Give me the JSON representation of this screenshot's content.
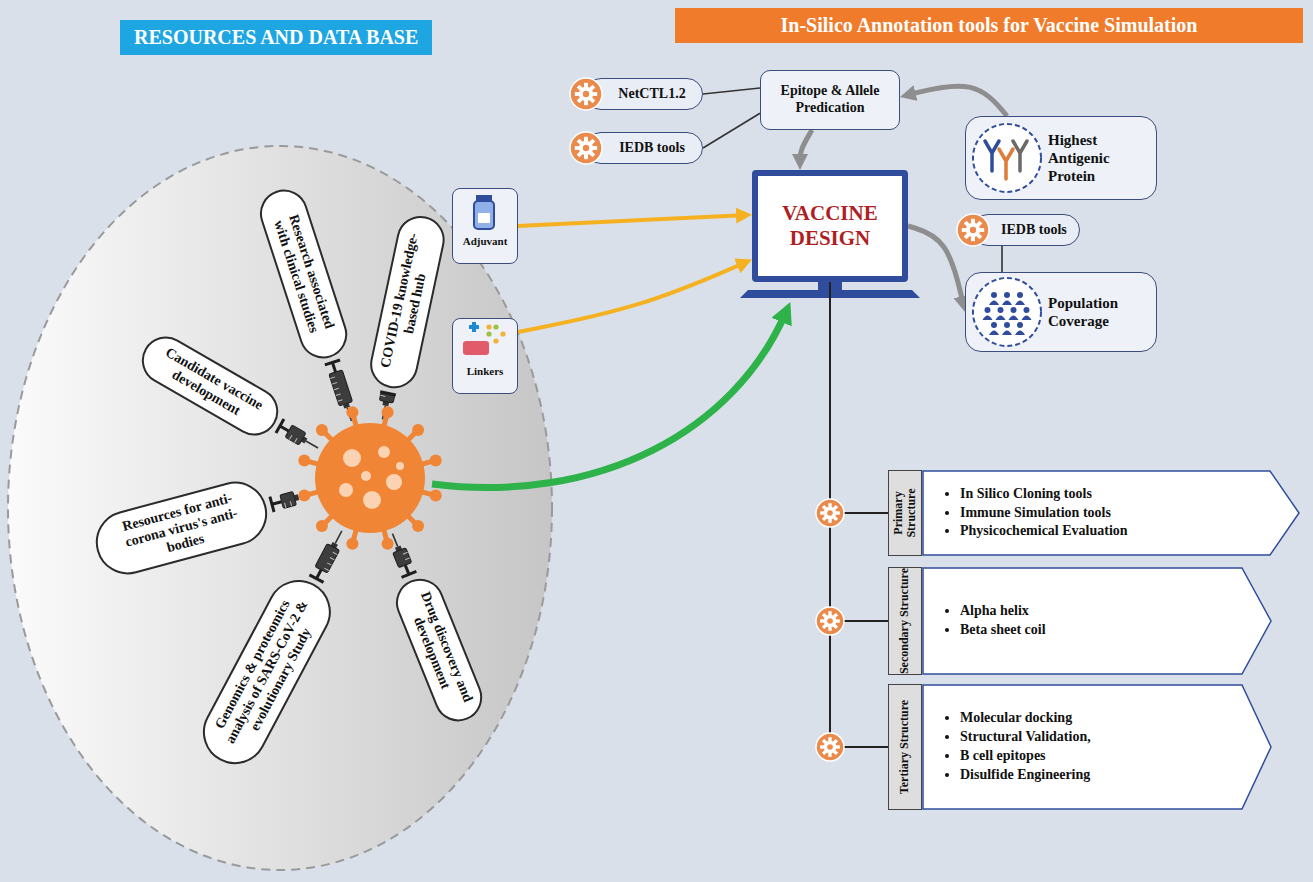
{
  "diagram": {
    "nodes": [
      {
        "text": [
          "RESOURCES AND DATA BASE"
        ]
      },
      {
        "text": [
          "In-Silico Annotation tools for Vaccine Simulation"
        ]
      },
      {
        "text": [
          "COVID-19 knowledge-based hub"
        ]
      },
      {
        "text": [
          "Research associated with clinical studies"
        ]
      },
      {
        "text": [
          "Candidate vaccine development"
        ]
      },
      {
        "text": [
          "Resources for anti-corona virus's anti-bodies"
        ]
      },
      {
        "text": [
          "Genomics & proteomics analysis of SARS-CoV-2 & evolutionary Study"
        ]
      },
      {
        "text": [
          "Drug discovery and development"
        ]
      },
      {
        "text": [
          "NetCTL1.2"
        ]
      },
      {
        "text": [
          "IEDB tools"
        ]
      },
      {
        "text": [
          "Epitope & Allele Predication"
        ]
      },
      {
        "text": [
          "Highest Antigenic Protein"
        ]
      },
      {
        "text": [
          "Adjuvant"
        ]
      },
      {
        "text": [
          "Linkers"
        ]
      },
      {
        "text": [
          "VACCINE DESIGN"
        ]
      },
      {
        "text": [
          "IEDB tools"
        ]
      },
      {
        "text": [
          "Population Coverage"
        ]
      },
      {
        "text": [
          "Primary Structure"
        ]
      },
      {
        "text": [
          "In Silico Cloning tools",
          "Immune Simulation tools",
          "Physicochemical Evaluation"
        ]
      },
      {
        "text": [
          "Secondary Structure"
        ]
      },
      {
        "text": [
          "Alpha helix",
          "Beta sheet coil"
        ]
      },
      {
        "text": [
          "Tertiary Structure"
        ]
      },
      {
        "text": [
          "Molecular docking",
          "Structural Validation,",
          "B cell epitopes",
          "Disulfide Engineering"
        ]
      }
    ],
    "edges": [
      {
        "from": 8,
        "to": 10,
        "arrow": "none"
      },
      {
        "from": 9,
        "to": 10,
        "arrow": "none"
      },
      {
        "from": 11,
        "to": 10,
        "arrow": "to"
      },
      {
        "from": 10,
        "to": 14,
        "arrow": "to"
      },
      {
        "from": 12,
        "to": 14,
        "arrow": "to"
      },
      {
        "from": 13,
        "to": 14,
        "arrow": "to"
      },
      {
        "from": 14,
        "to": 16,
        "arrow": "to"
      },
      {
        "from": 15,
        "to": 16,
        "arrow": "none"
      },
      {
        "from": 14,
        "to": 17,
        "arrow": "none"
      },
      {
        "from": 14,
        "to": 19,
        "arrow": "none"
      },
      {
        "from": 14,
        "to": 21,
        "arrow": "none"
      }
    ]
  }
}
